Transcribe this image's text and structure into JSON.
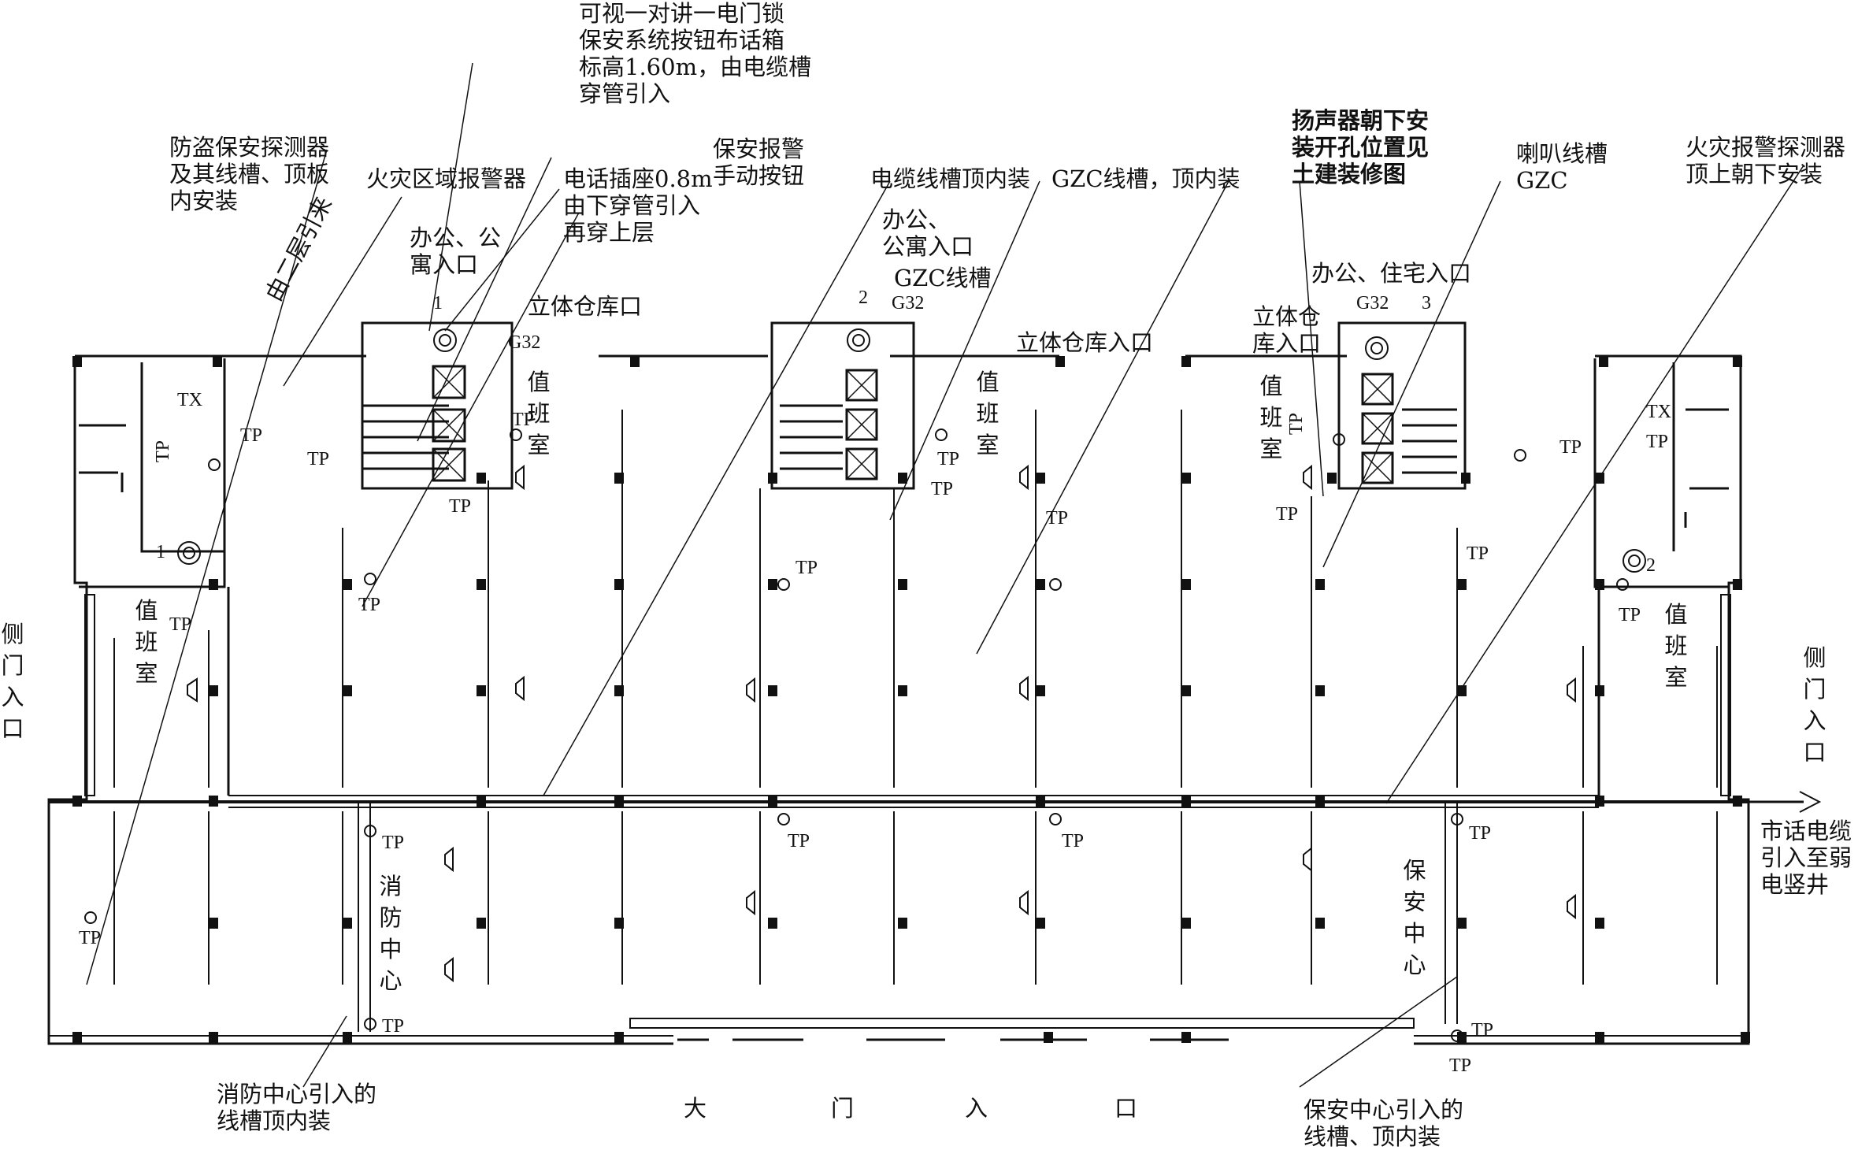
{
  "labels": {
    "intercom": "可视一对讲一电门锁\n保安系统按钮布话箱\n标高1.60m，由电缆槽\n穿管引入",
    "burglar": "防盗保安探测器\n及其线槽、顶板\n内安装",
    "fire_zone_alarm": "火灾区域报警器",
    "phone_socket": "电话插座0.8m\n由下穿管引入\n再穿上层",
    "security_button": "保安报警\n手动按钮",
    "cable_trough": "电缆线槽顶内装",
    "gzc_trough": "GZC线槽，顶内装",
    "speaker_down": "扬声器朝下安\n装开孔位置见\n土建装修图",
    "horn_trough": "喇叭线槽\nGZC",
    "fire_detector": "火灾报警探测器\n顶上朝下安装",
    "from_second_floor": "由二层引来",
    "office_apt_entrance_1": "办公、公\n寓入口",
    "office_apt_entrance_2": "办公、\n公寓入口",
    "gzc_trough_short": "GZC线槽",
    "office_res_entrance": "办公、住宅入口",
    "warehouse_1": "立体仓库口",
    "warehouse_2": "立体仓库入口",
    "warehouse_3": "立体仓\n库入口",
    "duty_room": "值班室",
    "side_entrance_left": "侧门入口",
    "side_entrance_right": "侧门入口",
    "city_cable": "市话电缆\n引入至弱\n电竖井",
    "fire_center": "消防中心",
    "security_center": "保安中心",
    "fire_center_trough": "消防中心引入的\n线槽顶内装",
    "security_center_trough": "保安中心引入的\n线槽、顶内装",
    "main_gate": [
      "大",
      "门",
      "入",
      "口"
    ],
    "g32": "G32",
    "tp": "TP",
    "tx": "TX",
    "num_1": "1",
    "num_2": "2",
    "num_3": "3"
  },
  "colors": {
    "line": "#111111",
    "background": "#ffffff"
  }
}
